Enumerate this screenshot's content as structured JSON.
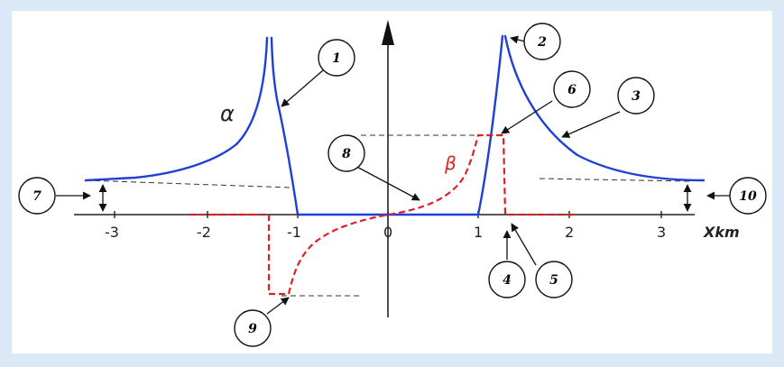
{
  "figure": {
    "x_axis_label": "Xkm",
    "x_ticks": [
      "-3",
      "-2",
      "-1",
      "0",
      "1",
      "2",
      "3"
    ],
    "curve_alpha_label": "α",
    "curve_beta_label": "β",
    "callouts": [
      "1",
      "2",
      "3",
      "4",
      "5",
      "6",
      "7",
      "8",
      "9",
      "10"
    ],
    "colors": {
      "alpha_curve": "#1f3fd6",
      "beta_curve": "#e02020",
      "background": "#dbe9f7",
      "panel": "#ffffff"
    }
  }
}
